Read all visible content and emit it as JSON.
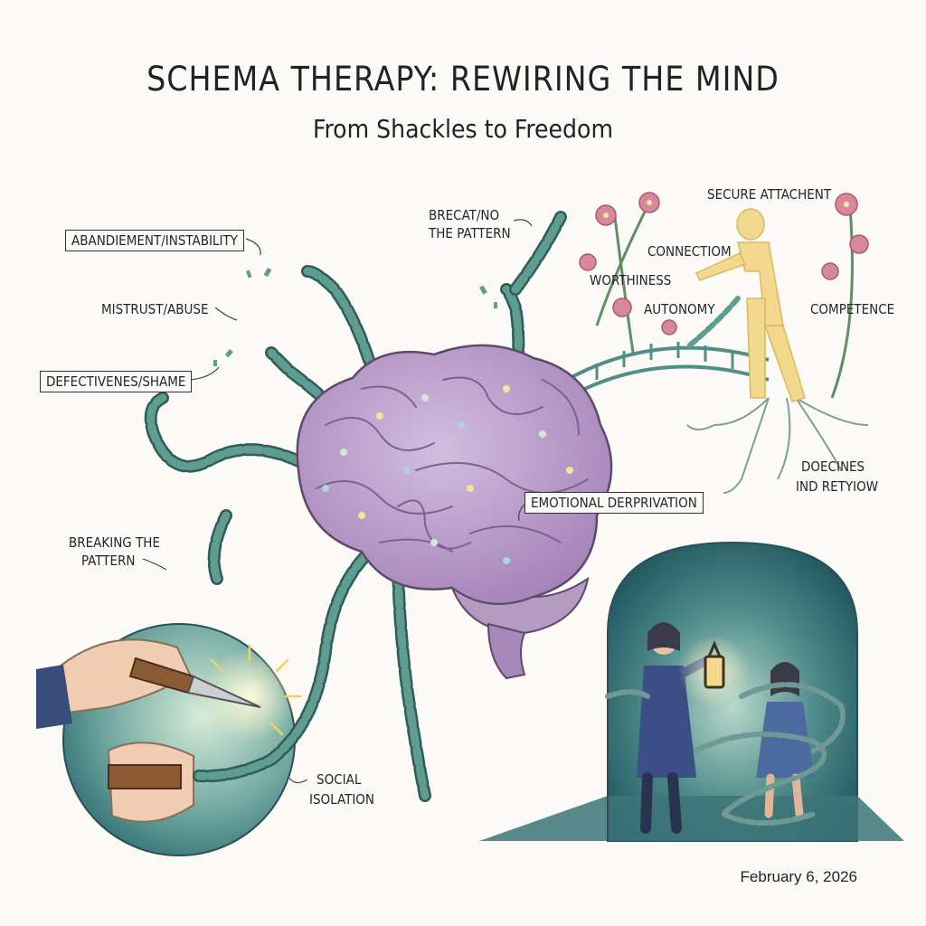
{
  "title": "SCHEMA THERAPY: REWIRING THE MIND",
  "subtitle": "From Shackles to Freedom",
  "labels": {
    "abandonment": "ABANDIEMENT/INSTABILITY",
    "mistrust": "MISTRUST/ABUSE",
    "defectiveness": "DEFECTIVENES/SHAME",
    "breaking_left_1": "BREAKING THE",
    "breaking_left_2": "PATTERN",
    "breaking_top_1": "BRECAT/NO",
    "breaking_top_2": "THE PATTERN",
    "emotional": "EMOTIONAL DERPRIVATION",
    "social_1": "SOCIAL",
    "social_2": "ISOLATION",
    "secure": "SECURE ATTACHENT",
    "connection": "CONNECTIOM",
    "worthiness": "WORTHINESS",
    "autonomy": "AUTONOMY",
    "competence": "COMPETENCE",
    "roots_1": "DOECINES",
    "roots_2": "IND RETYIOW"
  },
  "date": "February 6, 2026",
  "colors": {
    "chain": "#5f9c91",
    "brain": "#b79ac6",
    "figure": "#f2d98e",
    "tunnel": "#2f6f74",
    "flower": "#d9879b"
  }
}
